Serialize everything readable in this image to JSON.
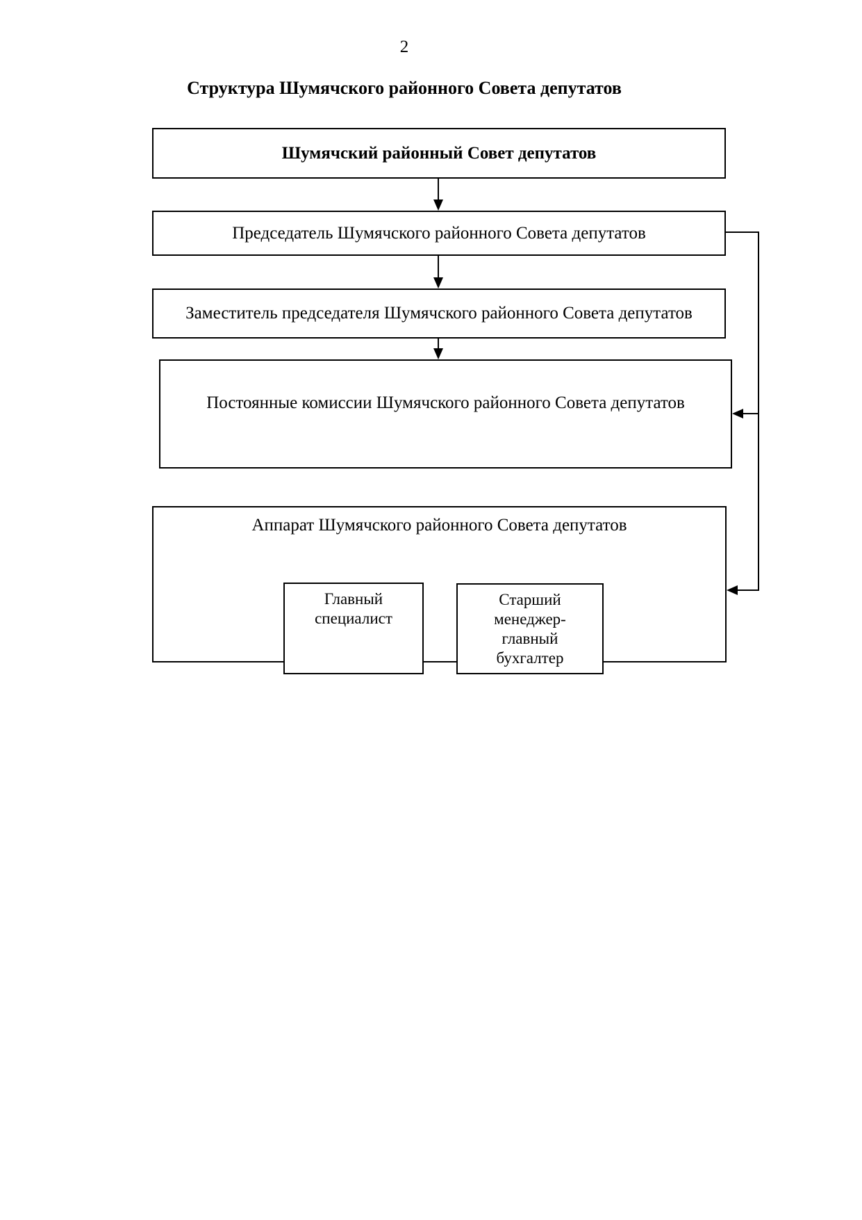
{
  "page": {
    "number": "2",
    "title": "Структура Шумячского районного Совета депутатов"
  },
  "colors": {
    "ink": "#000000",
    "paper": "#ffffff"
  },
  "chart_data": {
    "type": "org-chart",
    "boxes": {
      "council": {
        "label": "Шумячский районный Совет депутатов"
      },
      "chairman": {
        "label": "Председатель Шумячского районного Совета депутатов"
      },
      "deputy_chairman": {
        "label": "Заместитель председателя Шумячского районного Совета депутатов"
      },
      "commissions": {
        "label": "Постоянные комиссии Шумячского районного Совета депутатов"
      },
      "apparatus": {
        "label": "Аппарат Шумячского районного Совета депутатов"
      },
      "chief_specialist": {
        "label": "Главный специалист",
        "lines": [
          "Главный",
          "специалист"
        ]
      },
      "senior_manager": {
        "label": "Старший менеджер-главный бухгалтер",
        "lines": [
          "Старший",
          "менеджер-",
          "главный",
          "бухгалтер"
        ]
      }
    },
    "edges": [
      {
        "from": "council",
        "to": "chairman",
        "style": "arrow-down"
      },
      {
        "from": "chairman",
        "to": "deputy_chairman",
        "style": "arrow-down"
      },
      {
        "from": "deputy_chairman",
        "to": "commissions",
        "style": "arrow-down"
      },
      {
        "from": "chairman",
        "to": "commissions",
        "style": "side-arrow-left"
      },
      {
        "from": "chairman",
        "to": "apparatus",
        "style": "side-arrow-left"
      },
      {
        "contains": [
          "apparatus",
          "chief_specialist"
        ]
      },
      {
        "contains": [
          "apparatus",
          "senior_manager"
        ]
      }
    ]
  }
}
